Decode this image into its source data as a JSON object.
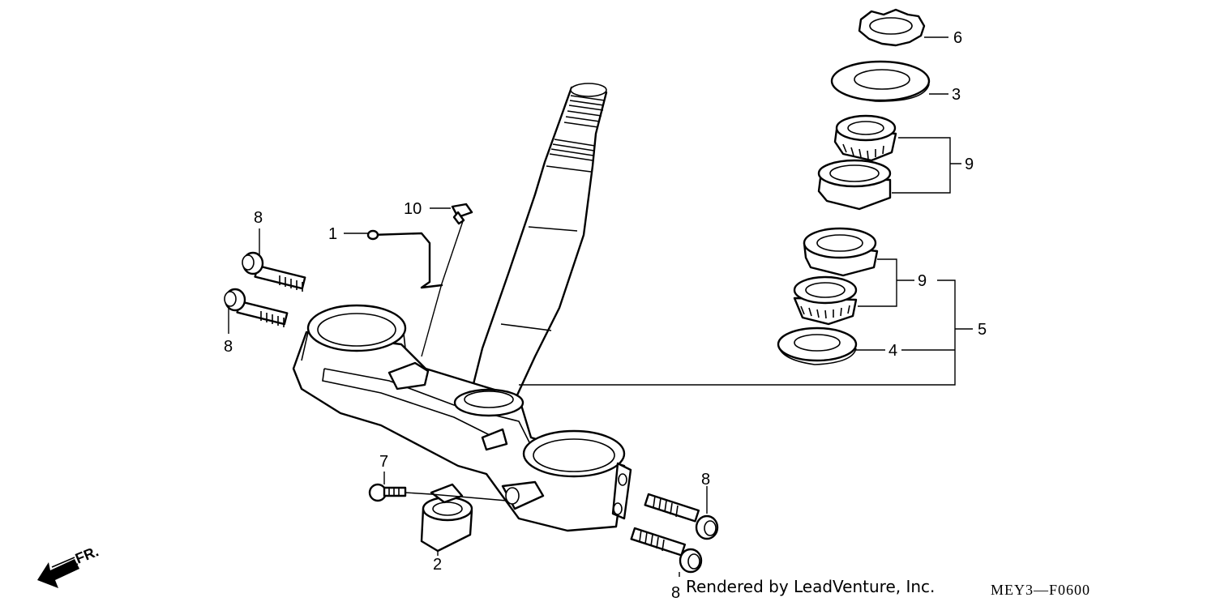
{
  "callouts": {
    "c1": "1",
    "c2": "2",
    "c3": "3",
    "c4": "4",
    "c5": "5",
    "c6": "6",
    "c7": "7",
    "c8a": "8",
    "c8b": "8",
    "c8c": "8",
    "c8d": "8",
    "c9a": "9",
    "c9b": "9",
    "c10": "10"
  },
  "direction_label": "FR.",
  "credit": "Rendered by LeadVenture, Inc.",
  "diagram_code": "MEY3—F0600"
}
